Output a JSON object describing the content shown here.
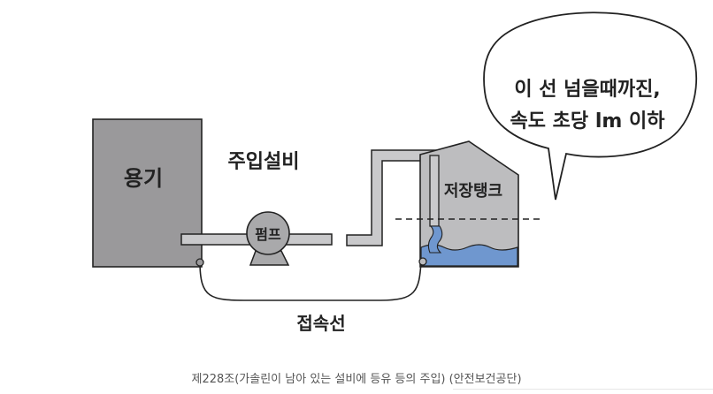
{
  "diagram": {
    "container_label": "용기",
    "pump_label": "펌프",
    "equipment_label": "주입설비",
    "tank_label": "저장탱크",
    "ground_wire_label": "접속선",
    "speech_line1": "이 선 넘을때까진,",
    "speech_line2": "속도 초당 lm 이하"
  },
  "caption": {
    "text": "제228조(가솔린이 남아 있는 설비에 등유 등의 주입) (안전보건공단)"
  },
  "colors": {
    "container_fill": "#9a999b",
    "tank_fill": "#bdbdbf",
    "pipe_fill": "#c9c9cb",
    "liquid": "#6f97cf",
    "pump_fill": "#a9a9ab",
    "outline": "#222222"
  }
}
